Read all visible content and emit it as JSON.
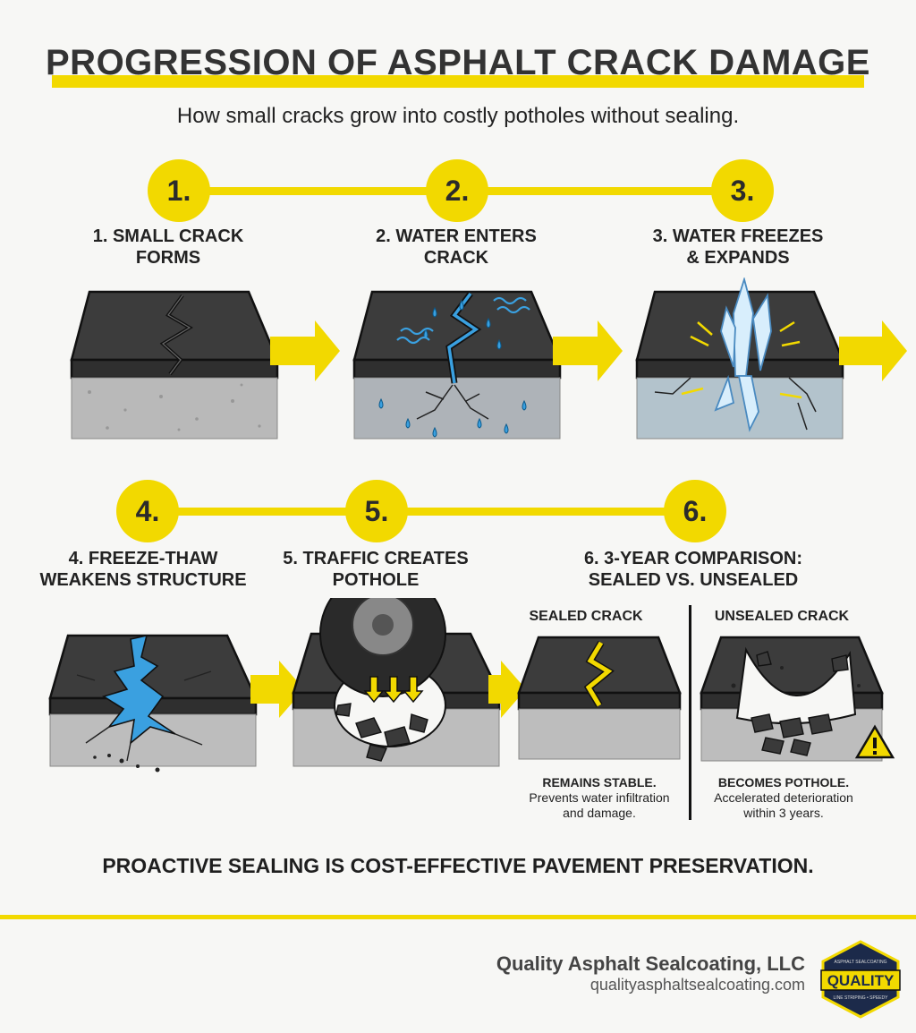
{
  "header": {
    "title": "PROGRESSION OF ASPHALT CRACK DAMAGE",
    "subtitle": "How small cracks grow into costly potholes without sealing."
  },
  "steps": [
    {
      "number": "1.",
      "label_line1": "1. SMALL CRACK",
      "label_line2": "FORMS"
    },
    {
      "number": "2.",
      "label_line1": "2. WATER ENTERS",
      "label_line2": "CRACK"
    },
    {
      "number": "3.",
      "label_line1": "3. WATER FREEZES",
      "label_line2": "& EXPANDS"
    },
    {
      "number": "4.",
      "label_line1": "4. FREEZE-THAW",
      "label_line2": "WEAKENS STRUCTURE"
    },
    {
      "number": "5.",
      "label_line1": "5. TRAFFIC CREATES",
      "label_line2": "POTHOLE"
    },
    {
      "number": "6.",
      "label_line1": "6. 3-YEAR COMPARISON:",
      "label_line2": "SEALED VS. UNSEALED"
    }
  ],
  "comparison": {
    "sealed": {
      "label": "SEALED CRACK",
      "headline": "REMAINS STABLE.",
      "desc_line1": "Prevents water infiltration",
      "desc_line2": "and damage."
    },
    "unsealed": {
      "label": "UNSEALED CRACK",
      "headline": "BECOMES POTHOLE.",
      "desc_line1": "Accelerated deterioration",
      "desc_line2": "within 3 years."
    }
  },
  "tagline": "PROACTIVE SEALING IS COST-EFFECTIVE PAVEMENT PRESERVATION.",
  "footer": {
    "company": "Quality Asphalt Sealcoating, LLC",
    "website": "qualityasphaltsealcoating.com",
    "logo_text": "QUALITY",
    "logo_small_top": "ASPHALT SEALCOATING",
    "logo_small_bottom": "LINE STRIPING • SPEEDY"
  },
  "colors": {
    "accent": "#f2d900",
    "asphalt": "#3a3a3a",
    "base": "#b5b5b5",
    "water": "#3aa0e0"
  }
}
